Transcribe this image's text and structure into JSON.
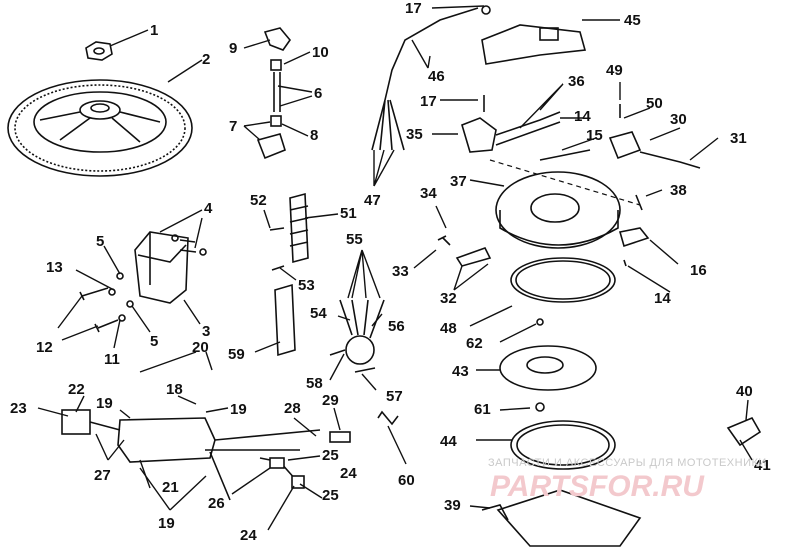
{
  "callouts": {
    "c1": "1",
    "c2": "2",
    "c3": "3",
    "c4": "4",
    "c5a": "5",
    "c5b": "5",
    "c6": "6",
    "c7": "7",
    "c8": "8",
    "c9": "9",
    "c10": "10",
    "c11": "11",
    "c12": "12",
    "c13": "13",
    "c14a": "14",
    "c14b": "14",
    "c15": "15",
    "c16": "16",
    "c17a": "17",
    "c17b": "17",
    "c18": "18",
    "c19a": "19",
    "c19b": "19",
    "c19c": "19",
    "c20": "20",
    "c21": "21",
    "c22": "22",
    "c23": "23",
    "c24a": "24",
    "c24b": "24",
    "c25a": "25",
    "c25b": "25",
    "c26": "26",
    "c27": "27",
    "c28": "28",
    "c29": "29",
    "c30": "30",
    "c31": "31",
    "c32": "32",
    "c33": "33",
    "c34": "34",
    "c35": "35",
    "c36": "36",
    "c37": "37",
    "c38": "38",
    "c39": "39",
    "c40": "40",
    "c41": "41",
    "c43": "43",
    "c44": "44",
    "c45": "45",
    "c46": "46",
    "c47": "47",
    "c48": "48",
    "c49": "49",
    "c50": "50",
    "c51": "51",
    "c52": "52",
    "c53": "53",
    "c54": "54",
    "c55": "55",
    "c56": "56",
    "c57": "57",
    "c58": "58",
    "c59": "59",
    "c60": "60",
    "c61": "61",
    "c62": "62"
  },
  "watermark": {
    "caption": "ЗАПЧАСТИ И АКСЕССУАРЫ ДЛЯ МОТОТЕХНИКИ",
    "logo": "PARTSFOR.RU"
  },
  "colors": {
    "ink": "#111111",
    "watermark_red": "#f3c9cd",
    "watermark_grey": "#d4d4d4"
  }
}
